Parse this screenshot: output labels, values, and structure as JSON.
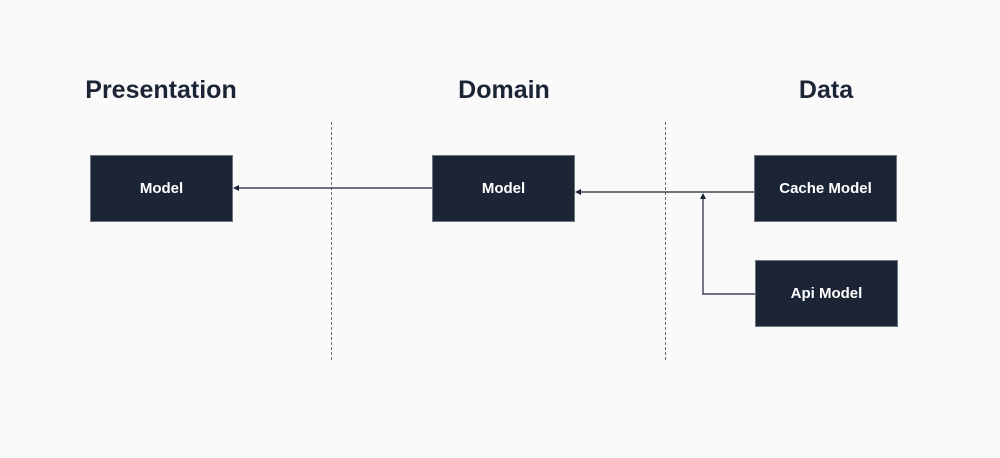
{
  "layers": {
    "presentation": "Presentation",
    "domain": "Domain",
    "data": "Data"
  },
  "nodes": {
    "presentation_model": "Model",
    "domain_model": "Model",
    "cache_model": "Cache Model",
    "api_model": "Api Model"
  },
  "colors": {
    "background": "#fafafa",
    "node_fill": "#1b2535",
    "node_border": "#6c7582",
    "node_text": "#ffffff",
    "heading_text": "#1b2535",
    "connector": "#1b2535",
    "divider": "#6e6e6e"
  }
}
